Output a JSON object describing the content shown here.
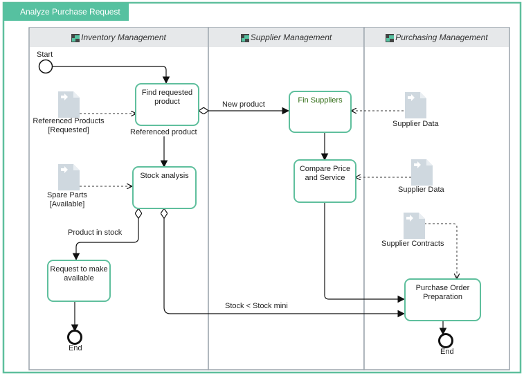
{
  "pool": {
    "title": "Analyze Purchase Request"
  },
  "lanes": [
    {
      "id": "inventory",
      "title": "Inventory Management"
    },
    {
      "id": "supplier",
      "title": "Supplier Management"
    },
    {
      "id": "purchasing",
      "title": "Purchasing Management"
    }
  ],
  "events": {
    "start": "Start",
    "end_left": "End",
    "end_right": "End"
  },
  "tasks": {
    "find_product": "Find requested product",
    "stock_analysis": "Stock analysis",
    "request_available": "Request to make available",
    "fin_suppliers": "Fin Suppliers",
    "compare_price": "Compare Price and Service",
    "purchase_order": "Purchase Order Preparation"
  },
  "data_objects": {
    "referenced_products": "Referenced Products [Requested]",
    "spare_parts": "Spare Parts [Available]",
    "supplier_data_1": "Supplier Data",
    "supplier_data_2": "Supplier Data",
    "supplier_contracts": "Supplier Contracts"
  },
  "flow_labels": {
    "referenced_product": "Referenced product",
    "new_product": "New product",
    "product_in_stock": "Product in stock",
    "stock_mini": "Stock < Stock mini"
  },
  "colors": {
    "accent": "#56c1a0",
    "task_border": "#5fbf9d",
    "lane_header": "#e6e8ea",
    "document": "#cfd8df"
  }
}
